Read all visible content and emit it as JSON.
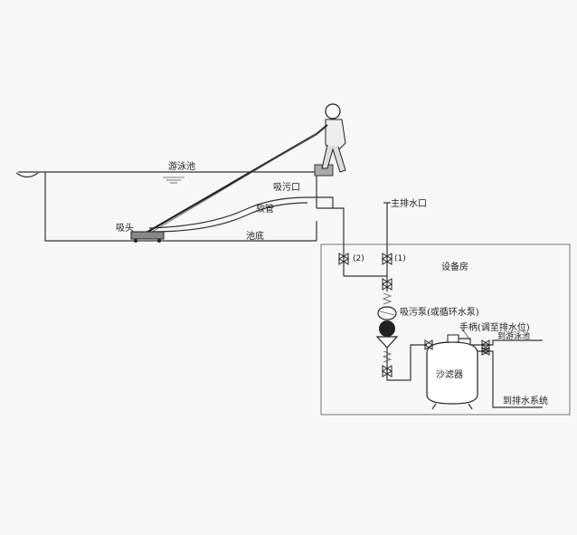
{
  "labels": {
    "pool": "游泳池",
    "suction_outlet": "吸污口",
    "hose": "软管",
    "suction_head": "吸头",
    "pool_bottom": "池底",
    "main_drain": "主排水口",
    "valve_2": "(2)",
    "valve_1": "(1)",
    "equipment_room": "设备房",
    "pump": "吸污泵(或循环水泵)",
    "handle": "手柄(调至排水位)",
    "to_pool": "到游泳池",
    "sand_filter": "沙滤器",
    "to_drain": "到排水系统"
  }
}
